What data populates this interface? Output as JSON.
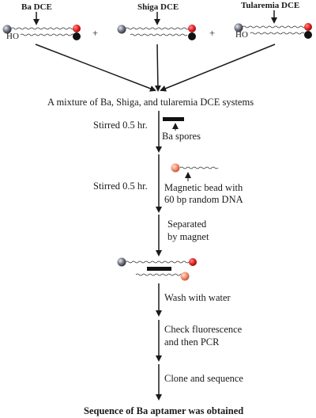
{
  "dce_systems": [
    {
      "label": "Ba DCE",
      "ho": "HO"
    },
    {
      "label": "Shiga DCE",
      "ho": ""
    },
    {
      "label": "Tularemia DCE",
      "ho": "HO"
    }
  ],
  "plus": "+",
  "mixture_text": "A mixture of Ba, Shiga, and tularemia DCE systems",
  "steps": [
    {
      "label": "Stirred 0.5 hr.",
      "note_lines": [
        "Ba spores"
      ]
    },
    {
      "label": "Stirred 0.5 hr.",
      "note_lines": [
        "Magnetic bead with",
        "60 bp random DNA"
      ]
    },
    {
      "label": "",
      "note_lines": [
        "Separated",
        "by magnet"
      ]
    },
    {
      "label": "",
      "note_lines": [
        "Wash with water"
      ]
    },
    {
      "label": "",
      "note_lines": [
        "Check fluorescence",
        "and then PCR"
      ]
    },
    {
      "label": "",
      "note_lines": [
        "Clone and sequence"
      ]
    }
  ],
  "final_text": "Sequence of Ba aptamer was obtained",
  "colors": {
    "quencher_red": "#e02020",
    "fluor_gray": "#555a66",
    "bead_orange": "#f09070",
    "line": "#1a1a1a"
  }
}
